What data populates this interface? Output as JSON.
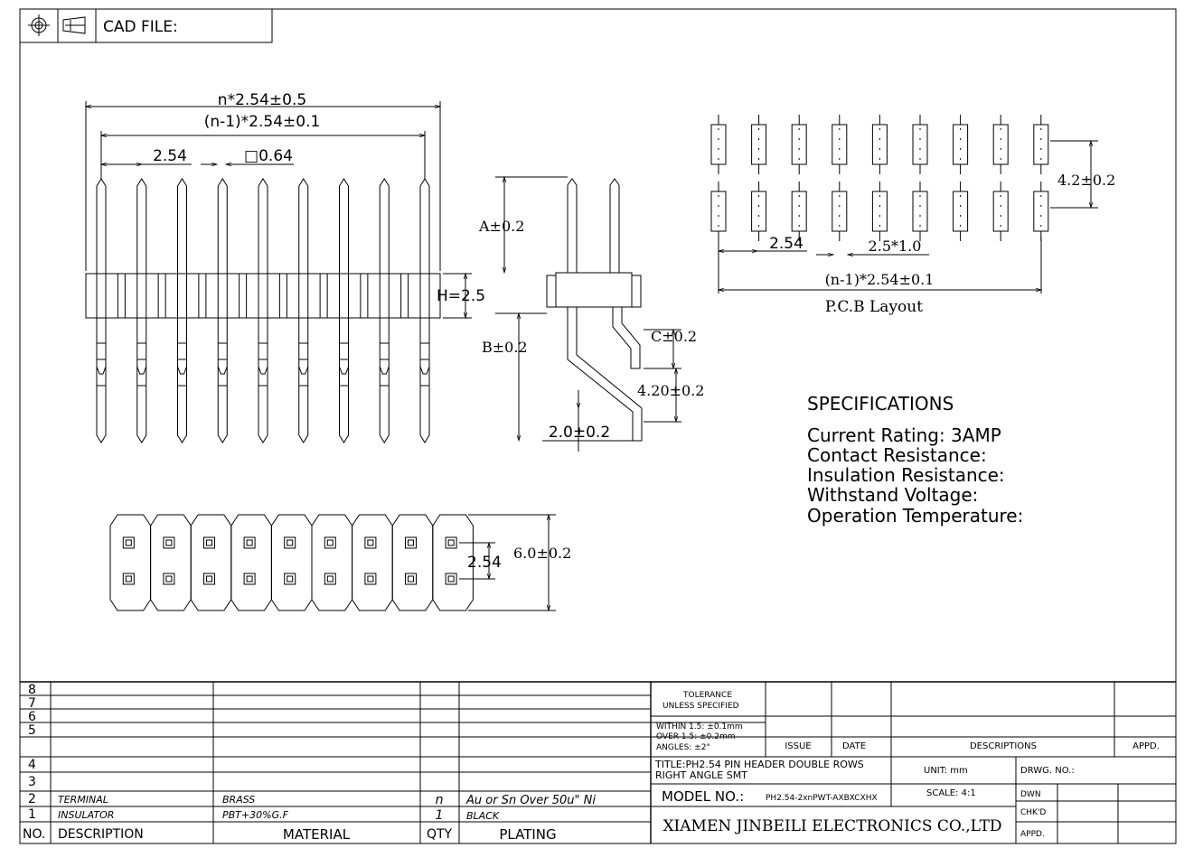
{
  "header": {
    "icons": [
      "target-icon",
      "projection-icon"
    ],
    "cad_label": "CAD FILE:"
  },
  "front_view": {
    "dim_total": "n*2.54±0.5",
    "dim_pitch_span": "(n-1)*2.54±0.1",
    "dim_pitch": "2.54",
    "dim_pin_square": "□0.64",
    "dim_h": "H=2.5",
    "pin_count": 9
  },
  "side_view": {
    "dim_a": "A±0.2",
    "dim_b": "B±0.2",
    "dim_c": "C±0.2",
    "dim_row": "4.20±0.2",
    "dim_foot": "2.0±0.2"
  },
  "pcb_layout": {
    "dim_row": "4.2±0.2",
    "dim_pitch": "2.54",
    "dim_pad": "2.5*1.0",
    "dim_span": "(n-1)*2.54±0.1",
    "caption": "P.C.B Layout",
    "pad_columns": 9
  },
  "bottom_view": {
    "dim_row_pitch": "2.54",
    "dim_width": "6.0±0.2",
    "cells": 9
  },
  "specifications": {
    "title": "SPECIFICATIONS",
    "lines": [
      "Current Rating: 3AMP",
      "Contact Resistance:",
      "Insulation Resistance:",
      "Withstand Voltage:",
      "Operation Temperature:"
    ]
  },
  "bom": {
    "row_numbers": [
      "8",
      "7",
      "6",
      "5",
      "4",
      "3",
      "2",
      "1"
    ],
    "rows": [
      {
        "no": "2",
        "description": "TERMINAL",
        "material": "BRASS",
        "qty": "n",
        "plating": "Au or Sn Over 50u\" Ni"
      },
      {
        "no": "1",
        "description": "INSULATOR",
        "material": "PBT+30%G.F",
        "qty": "1",
        "plating": "BLACK"
      }
    ],
    "headers": {
      "no": "NO.",
      "description": "DESCRIPTION",
      "material": "MATERIAL",
      "qty": "QTY",
      "plating": "PLATING"
    }
  },
  "title_block": {
    "tolerance_line1": "TOLERANCE",
    "tolerance_line2": "UNLESS SPECIFIED",
    "within_line1": "WITHIN 1.5: ±0.1mm",
    "within_line2": "OVER 1.5: ±0.2mm",
    "within_line3": "ANGLES: ±2°",
    "issue": "ISSUE",
    "date": "DATE",
    "descriptions": "DESCRIPTIONS",
    "appd": "APPD.",
    "title_line1": "TITLE:PH2.54 PIN HEADER DOUBLE ROWS",
    "title_line2": "RIGHT ANGLE SMT",
    "unit": "UNIT: mm",
    "drwg_no": "DRWG. NO.:",
    "model_label": "MODEL NO.:",
    "model_value": "PH2.54-2xnPWT-AXBXCXHX",
    "scale": "SCALE: 4:1",
    "dwn": "DWN",
    "chkd": "CHK'D",
    "appd2": "APPD.",
    "company": "XIAMEN JINBEILI ELECTRONICS CO.,LTD"
  }
}
